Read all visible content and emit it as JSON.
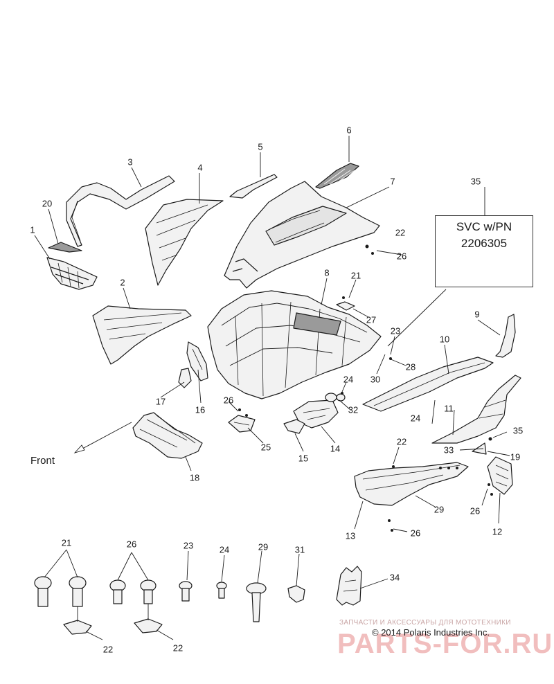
{
  "diagram": {
    "labels": {
      "p1": "1",
      "p2": "2",
      "p3": "3",
      "p4": "4",
      "p5": "5",
      "p6": "6",
      "p7": "7",
      "p8": "8",
      "p9": "9",
      "p10": "10",
      "p11": "11",
      "p12": "12",
      "p13": "13",
      "p14": "14",
      "p15": "15",
      "p16": "16",
      "p17": "17",
      "p18": "18",
      "p19": "19",
      "p20": "20",
      "p21": "21",
      "p22": "22",
      "p23": "23",
      "p24": "24",
      "p25": "25",
      "p26": "26",
      "p27": "27",
      "p28": "28",
      "p29": "29",
      "p30": "30",
      "p31": "31",
      "p32": "32",
      "p33": "33",
      "p34": "34",
      "p35": "35"
    },
    "front_label": "Front",
    "svc_box": {
      "line1": "SVC w/PN",
      "line2": "2206305"
    },
    "copyright": "© 2014 Polaris Industries Inc.",
    "watermark": {
      "top": "ЗАПЧАСТИ И АКСЕССУАРЫ ДЛЯ МОТОТЕХНИКИ",
      "logo": "PARTS-FOR.RU"
    }
  },
  "colors": {
    "line": "#1a1a1a",
    "fill_part": "#f2f2f2",
    "fill_dark": "#9a9a9a",
    "watermark": "#e06e6e"
  }
}
